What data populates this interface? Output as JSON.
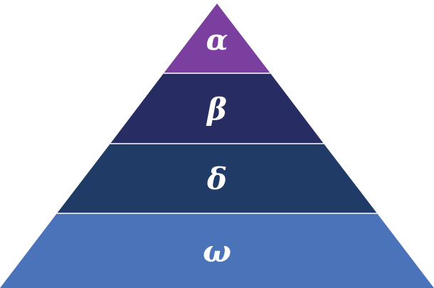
{
  "pyramid": {
    "tiers": [
      {
        "label": "α",
        "color": "#7a3f9f"
      },
      {
        "label": "β",
        "color": "#272d62"
      },
      {
        "label": "δ",
        "color": "#213b67"
      },
      {
        "label": "ω",
        "color": "#4a73ba"
      }
    ],
    "separator_color": "#ffffff"
  }
}
